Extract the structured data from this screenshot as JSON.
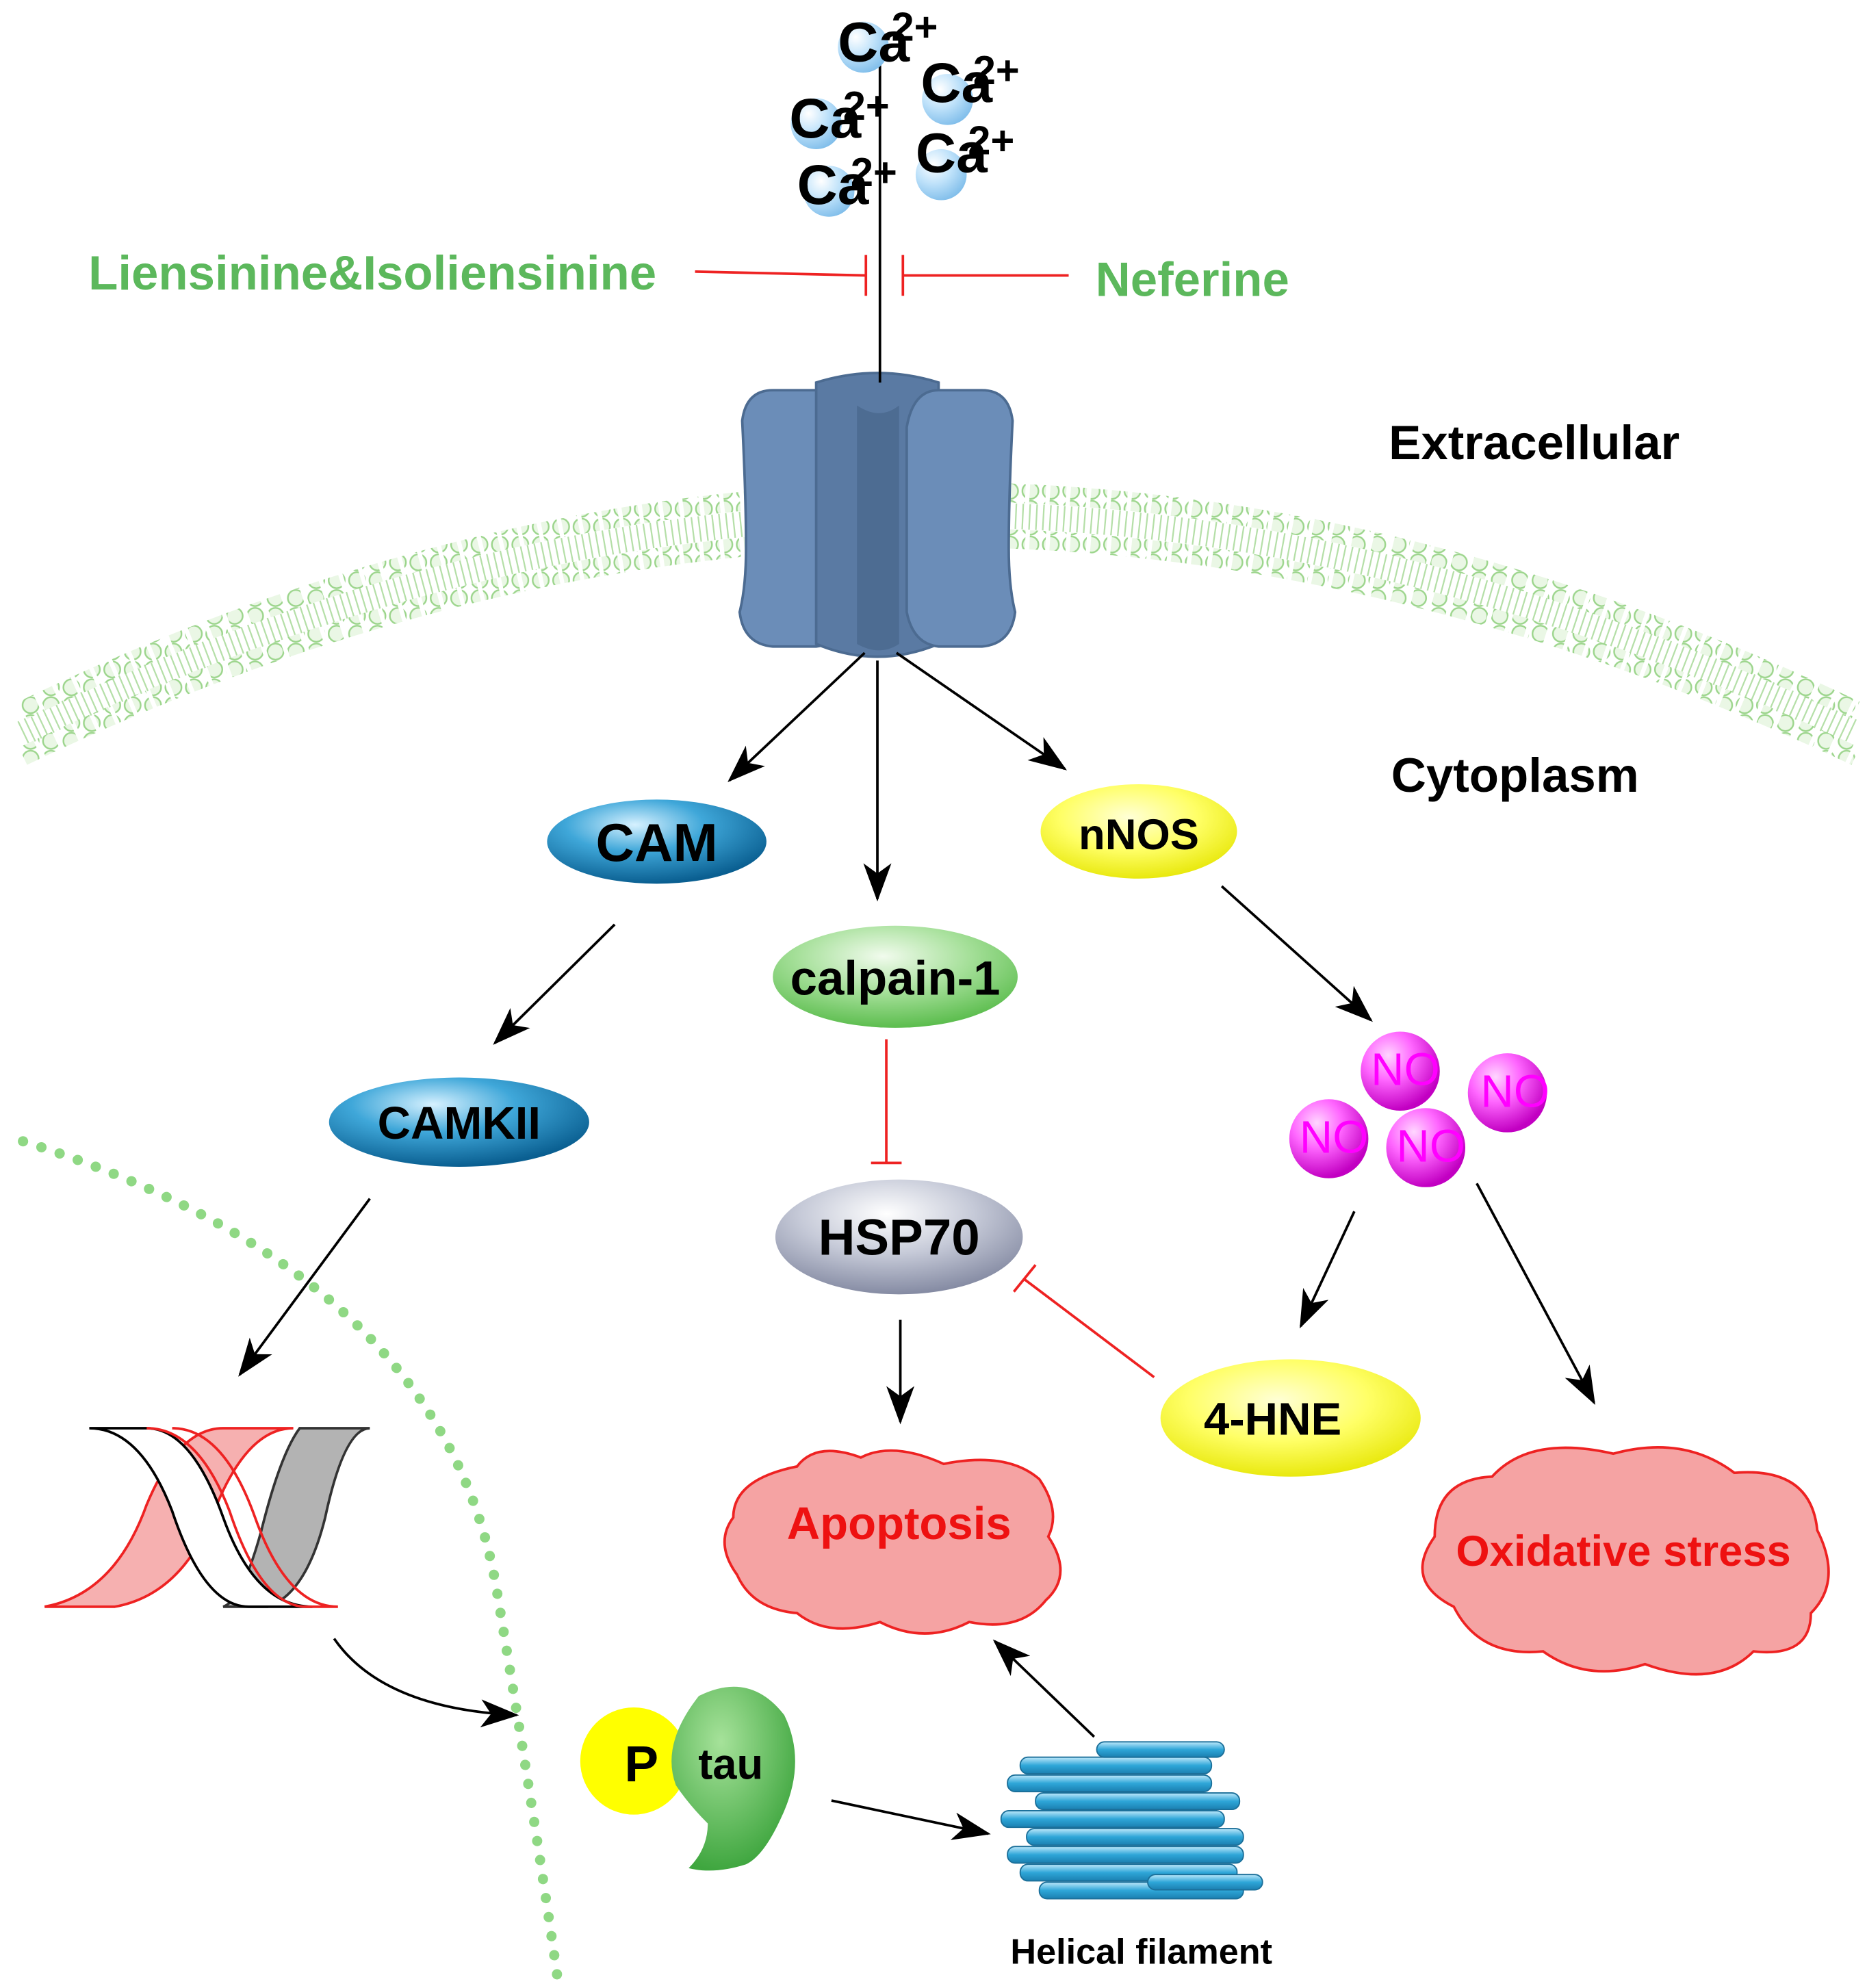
{
  "ions": {
    "symbol": "Ca",
    "charge": "2+"
  },
  "inhibitors": {
    "left": "Liensinine&Isoliensinine",
    "right": "Neferine"
  },
  "regions": {
    "extracellular": "Extracellular",
    "cytoplasm": "Cytoplasm"
  },
  "nodes": {
    "cam": "CAM",
    "camkii": "CAMKII",
    "calpain": "calpain-1",
    "hsp70": "HSP70",
    "nnos": "nNOS",
    "no": "NO",
    "hne": "4-HNE",
    "p": "P",
    "tau": "tau"
  },
  "outcomes": {
    "apoptosis": "Apoptosis",
    "oxidative": "Oxidative stress"
  },
  "filament": {
    "label": "Helical filament"
  },
  "colors": {
    "inhibitor_text": "#5cb85c",
    "inhibit_line": "#ee2222",
    "membrane": "#a6dc96",
    "channel": "#6b8db8",
    "cloud_fill": "#f5a3a3",
    "cloud_text": "#ee1111",
    "no_fill": "#ee33ee"
  }
}
